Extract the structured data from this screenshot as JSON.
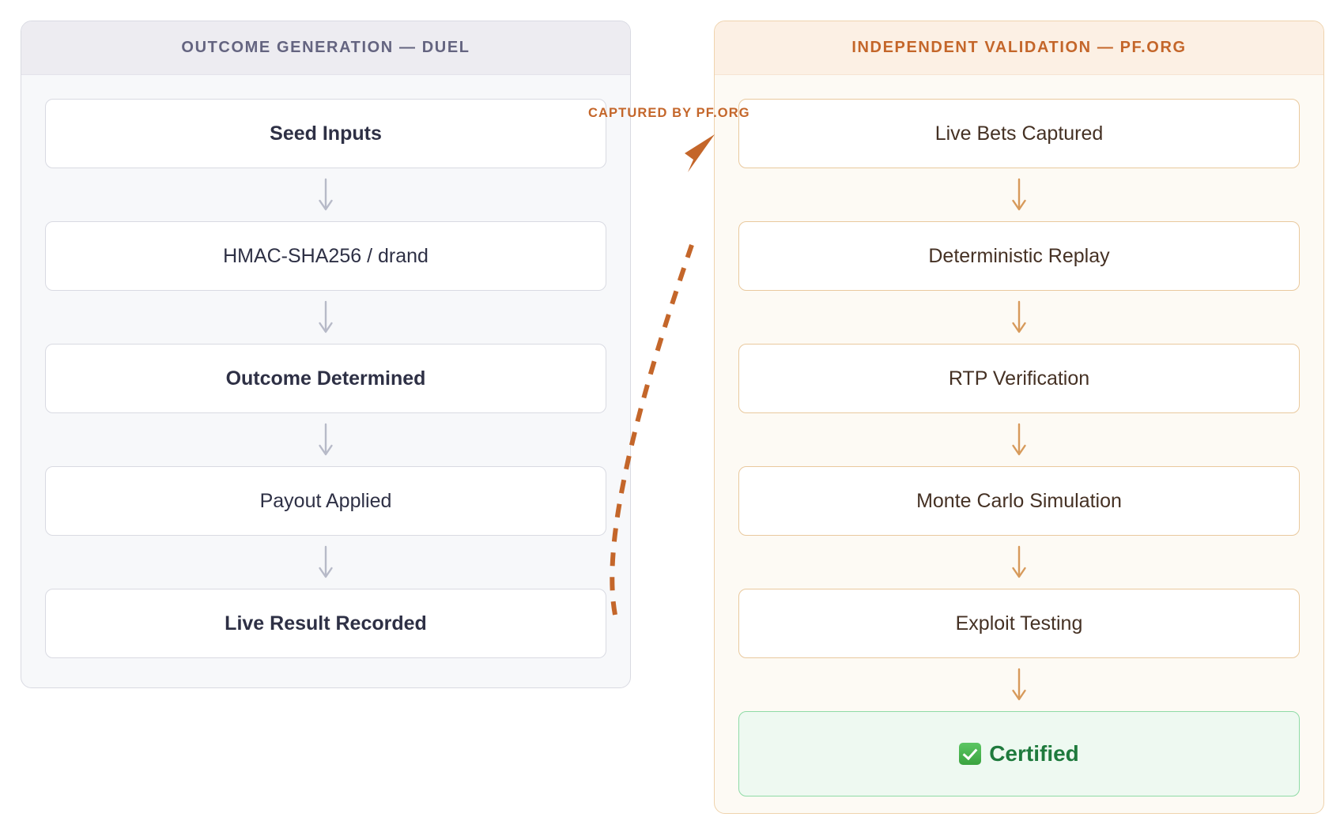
{
  "diagram": {
    "title_left": "Outcome Generation — Duel",
    "title_right": "Independent Validation — PF.ORG",
    "connector_label": "Captured by PF.ORG",
    "accent_orange": "#c4662a",
    "accent_gray": "#646480",
    "accent_green": "#1f7a3d",
    "arrow_gray": "#b7bac8",
    "arrow_orange": "#d79a5b"
  },
  "left_panel": {
    "header": "OUTCOME GENERATION — DUEL",
    "nodes": [
      {
        "label": "Seed Inputs",
        "emphasis": "bold"
      },
      {
        "label": "HMAC-SHA256 / drand",
        "emphasis": "normal"
      },
      {
        "label": "Outcome Determined",
        "emphasis": "bold"
      },
      {
        "label": "Payout Applied",
        "emphasis": "normal"
      },
      {
        "label": "Live Result Recorded",
        "emphasis": "bold"
      }
    ]
  },
  "right_panel": {
    "header": "INDEPENDENT VALIDATION — PF.ORG",
    "nodes": [
      {
        "label": "Live Bets Captured",
        "state": "normal"
      },
      {
        "label": "Deterministic Replay",
        "state": "normal"
      },
      {
        "label": "RTP Verification",
        "state": "normal"
      },
      {
        "label": "Monte Carlo Simulation",
        "state": "normal"
      },
      {
        "label": "Exploit Testing",
        "state": "normal"
      },
      {
        "label": "Certified",
        "state": "certified",
        "icon": "white-check-mark-icon"
      }
    ]
  },
  "connector": {
    "label": "CAPTURED BY PF.ORG",
    "style": "dashed-curved-arrow",
    "from": "Live Result Recorded",
    "to": "Live Bets Captured"
  }
}
